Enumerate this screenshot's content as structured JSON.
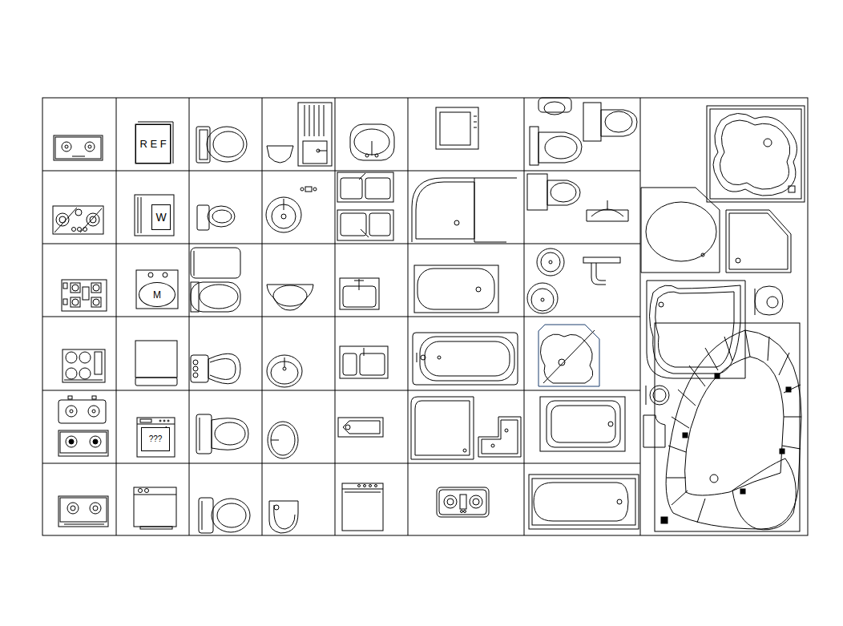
{
  "diagram": {
    "nodes": [
      {
        "text": [
          "R E F"
        ]
      },
      {
        "text": [
          "W"
        ]
      },
      {
        "text": [
          "M"
        ]
      },
      {
        "text": [
          "???"
        ]
      }
    ]
  }
}
